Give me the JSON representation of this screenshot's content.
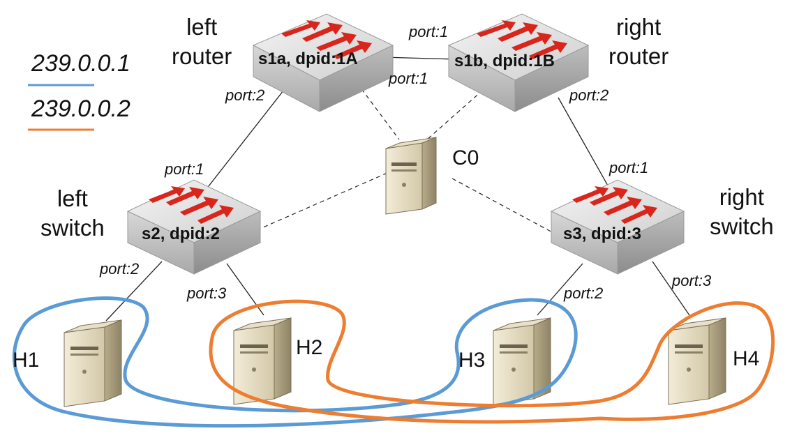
{
  "legend": [
    {
      "address": "239.0.0.1",
      "color": "#5B9BD5"
    },
    {
      "address": "239.0.0.2",
      "color": "#ED7D31"
    }
  ],
  "routers": {
    "left": {
      "caption_line1": "left",
      "caption_line2": "router",
      "id": "s1a, dpid:1A"
    },
    "right": {
      "caption_line1": "right",
      "caption_line2": "router",
      "id": "s1b, dpid:1B"
    }
  },
  "switches": {
    "left": {
      "caption_line1": "left",
      "caption_line2": "switch",
      "id": "s2, dpid:2"
    },
    "right": {
      "caption_line1": "right",
      "caption_line2": "switch",
      "id": "s3, dpid:3"
    }
  },
  "controller": {
    "label": "C0"
  },
  "hosts": [
    "H1",
    "H2",
    "H3",
    "H4"
  ],
  "ports": {
    "s1a_to_s1b": "port:1",
    "s1b_to_s1a": "port:1",
    "s1a_to_s2": "port:2",
    "s1b_to_s3": "port:2",
    "s2_up": "port:1",
    "s3_up": "port:1",
    "s2_to_h1": "port:2",
    "s2_to_h2": "port:3",
    "s3_to_h3": "port:2",
    "s3_to_h4": "port:3"
  },
  "colors": {
    "group1": "#5B9BD5",
    "group2": "#ED7D31",
    "link": "#222222",
    "arrow": "#d9261c"
  }
}
